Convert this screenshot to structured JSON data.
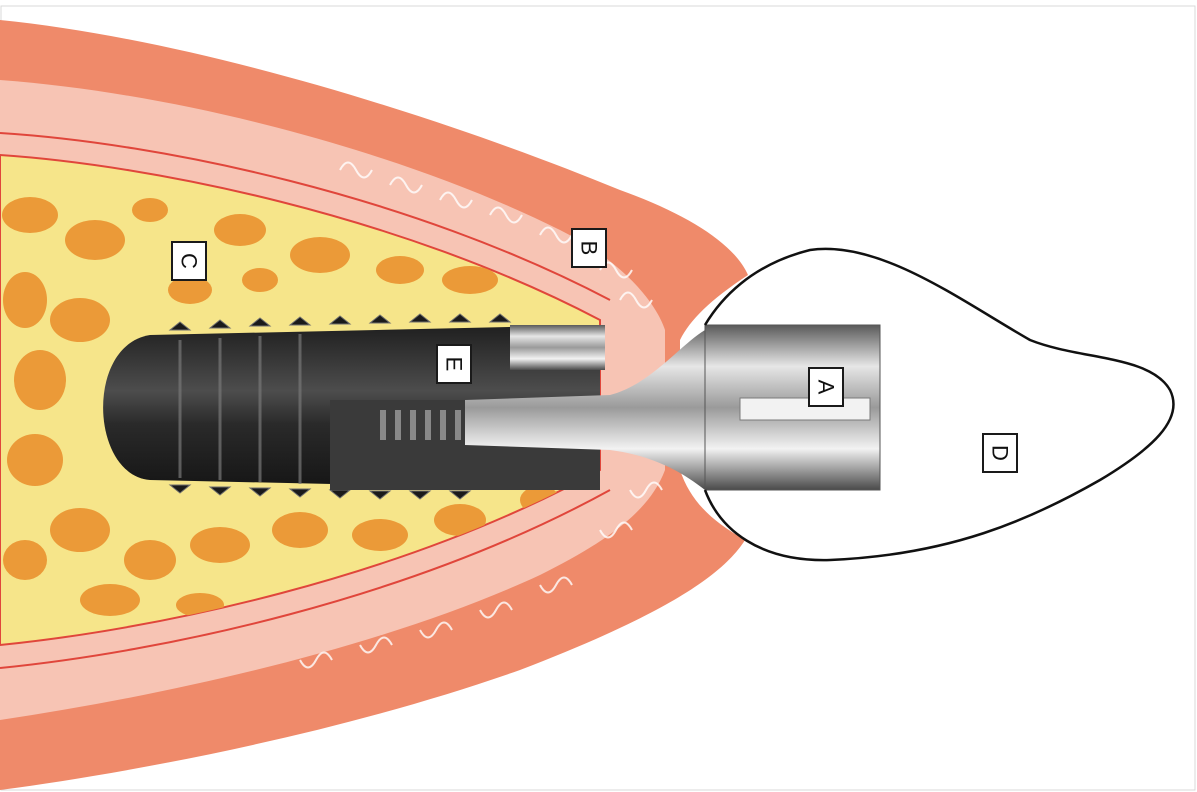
{
  "diagram": {
    "labels": {
      "A": "A",
      "B": "B",
      "C": "C",
      "D": "D",
      "E": "E"
    },
    "colors": {
      "gum_outer": "#ef8a6a",
      "gum_inner": "#f7c4b4",
      "bone_yellow": "#f6e58a",
      "bone_cell": "#eb9a38",
      "implant_dark": "#2b2b2b",
      "abutment_light": "#d8d8d8",
      "crown_fill": "#ffffff",
      "membrane_line": "#e0463b"
    }
  }
}
